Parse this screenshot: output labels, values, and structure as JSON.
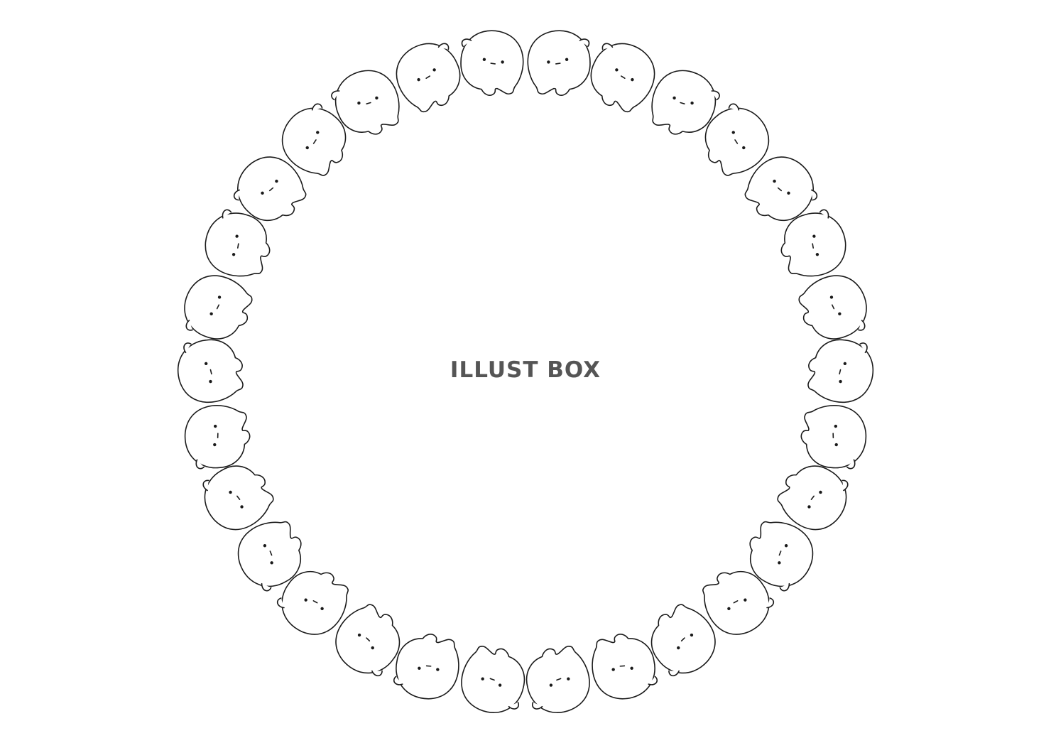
{
  "watermark": {
    "text": "ILLUST BOX",
    "color": "#555555"
  },
  "illustration": {
    "motif": "ghost-icon",
    "ghost_count": 30,
    "arrangement": "circle",
    "line_color": "#1a1a1a",
    "fill_color": "#ffffff"
  }
}
